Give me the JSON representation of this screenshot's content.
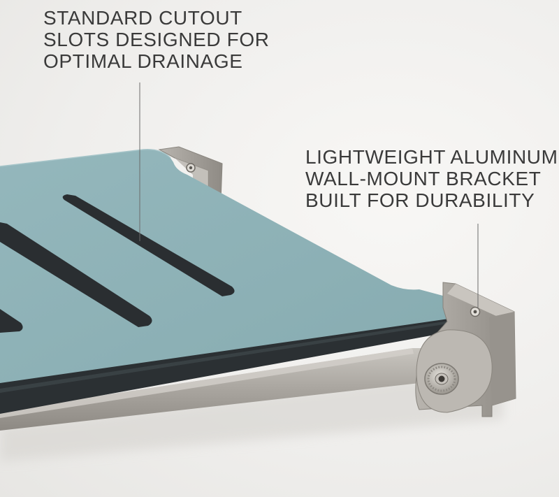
{
  "callouts": {
    "drainage": {
      "lines": [
        "STANDARD CUTOUT",
        "SLOTS DESIGNED FOR",
        "OPTIMAL DRAINAGE"
      ]
    },
    "bracket": {
      "lines": [
        "LIGHTWEIGHT ALUMINUM",
        "WALL-MOUNT BRACKET",
        "BUILT FOR DURABILITY"
      ]
    }
  },
  "colors": {
    "seat_surface": "#8fb3b8",
    "seat_edge": "#2b3033",
    "slot": "#2a2e31",
    "bracket_metal": "#a8a49e",
    "leader_line": "#6b6b6b",
    "text": "#3a3a3a"
  },
  "icons": {
    "bracket_screw": "knurled-knob-icon"
  }
}
